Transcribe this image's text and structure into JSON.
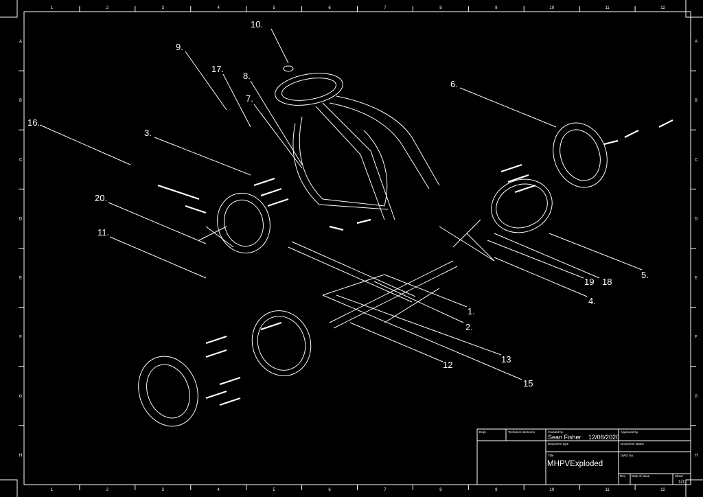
{
  "columns": [
    "1",
    "2",
    "3",
    "4",
    "5",
    "6",
    "7",
    "8",
    "9",
    "10",
    "11",
    "12"
  ],
  "rows": [
    "A",
    "B",
    "C",
    "D",
    "E",
    "F",
    "G",
    "H"
  ],
  "callouts": [
    {
      "label": "10."
    },
    {
      "label": "9."
    },
    {
      "label": "17."
    },
    {
      "label": "8."
    },
    {
      "label": "7."
    },
    {
      "label": "6."
    },
    {
      "label": "16."
    },
    {
      "label": "3."
    },
    {
      "label": "20."
    },
    {
      "label": "11."
    },
    {
      "label": "19"
    },
    {
      "label": "18"
    },
    {
      "label": "5."
    },
    {
      "label": "4."
    },
    {
      "label": "1."
    },
    {
      "label": "2."
    },
    {
      "label": "13"
    },
    {
      "label": "12"
    },
    {
      "label": "15"
    }
  ],
  "title_block": {
    "dept_label": "Dept.",
    "tech_ref_label": "Technical reference",
    "created_by_label": "Created by",
    "created_by": "Sean Fisher",
    "date": "12/08/2020",
    "approved_by_label": "Approved by",
    "doc_type_label": "Document type",
    "doc_status_label": "Document status",
    "title_label": "Title",
    "title": "MHPVExploded",
    "dwg_no_label": "DWG No.",
    "rev_label": "Rev.",
    "date_of_issue_label": "Date of issue",
    "sheet_label": "Sheet",
    "sheet": "1/1"
  }
}
